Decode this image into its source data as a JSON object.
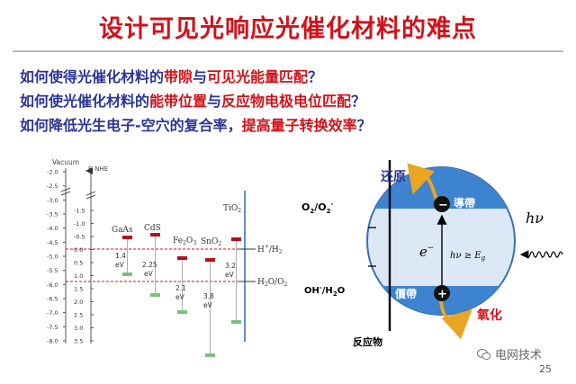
{
  "title": "设计可见光响应光催化材料的难点",
  "questions": [
    {
      "pre": "如何使得光催化材料的",
      "hl1": "带隙",
      "mid": "与",
      "hl2": "可见光能量匹配",
      "post": "？"
    },
    {
      "pre": "如何使光催化材料的",
      "hl1": "能带位置",
      "mid": "与",
      "hl2": "反应物电极电位匹配",
      "post": "？"
    },
    {
      "pre": "如何降低光生电子-空穴的复合率，",
      "hl1": "提高量子转换效率",
      "mid": "",
      "hl2": "",
      "post": "？"
    }
  ],
  "band_diagram": {
    "axis_left_label": "Vacuum",
    "axis_right_label": "E  NHE",
    "left_ticks": [
      "-2.0",
      "-2.5",
      "-3.0",
      "-3.5",
      "-4.0",
      "-4.5",
      "-5.0",
      "-5.5",
      "-6.0",
      "-6.5",
      "-7.0",
      "-7.5",
      "-8.0"
    ],
    "right_ticks": [
      "-1.5",
      "-1.0",
      "-0.5",
      "0.0",
      "0.5",
      "1.0",
      "1.5",
      "2.0",
      "2.5",
      "3.0",
      "3.5"
    ],
    "materials": [
      {
        "name": "GaAs",
        "gap": "1.4",
        "unit": "eV"
      },
      {
        "name": "CdS",
        "gap": "2.25",
        "unit": "eV"
      },
      {
        "name": "Fe2O3",
        "name_main": "Fe",
        "sub1": "2",
        "mid": "O",
        "sub2": "3",
        "gap": "2.1",
        "unit": "eV"
      },
      {
        "name": "SnO2",
        "name_main": "SnO",
        "sub1": "2",
        "gap": "3.8",
        "unit": "eV"
      },
      {
        "name": "TiO2",
        "name_main": "TiO",
        "sub1": "2",
        "gap": "3.2",
        "unit": "eV"
      }
    ],
    "redox_labels": [
      "H+/H2",
      "H2O/O2"
    ],
    "redox_top": {
      "main": "H",
      "sup": "+",
      "rest": "/H",
      "sub": "2"
    },
    "redox_bottom": {
      "main": "H",
      "sub1": "2",
      "rest": "O/O",
      "sub2": "2"
    }
  },
  "band_schematic": {
    "reduce_label": "还原",
    "oxidize_label": "氧化",
    "cb_label": "導帶",
    "vb_label": "價帶",
    "o2_label": "O2/O2-",
    "o2": {
      "main": "O",
      "sub1": "2",
      "mid": "/O",
      "sub2": "2",
      "sup": "-"
    },
    "oh_label": "OH-/H2O",
    "oh": {
      "main": "OH",
      "sup": "-",
      "mid": "/H",
      "sub": "2",
      "end": "O"
    },
    "reactant_label": "反应物",
    "electron": "e",
    "electron_sup": "−",
    "photon": "hν",
    "condition": "hν ≥ E",
    "condition_sub": "g",
    "minus_sign": "−",
    "plus_sign": "+"
  },
  "watermark": "电网技术",
  "page_number": "25",
  "colors": {
    "title": "#d0121b",
    "question": "#2a3594",
    "cb_fill": "#3d83d0",
    "circle": "#dce8f5",
    "arrow": "#e8a623",
    "cb_bar": "#b3121b",
    "vb_bar": "#7cc07a"
  }
}
